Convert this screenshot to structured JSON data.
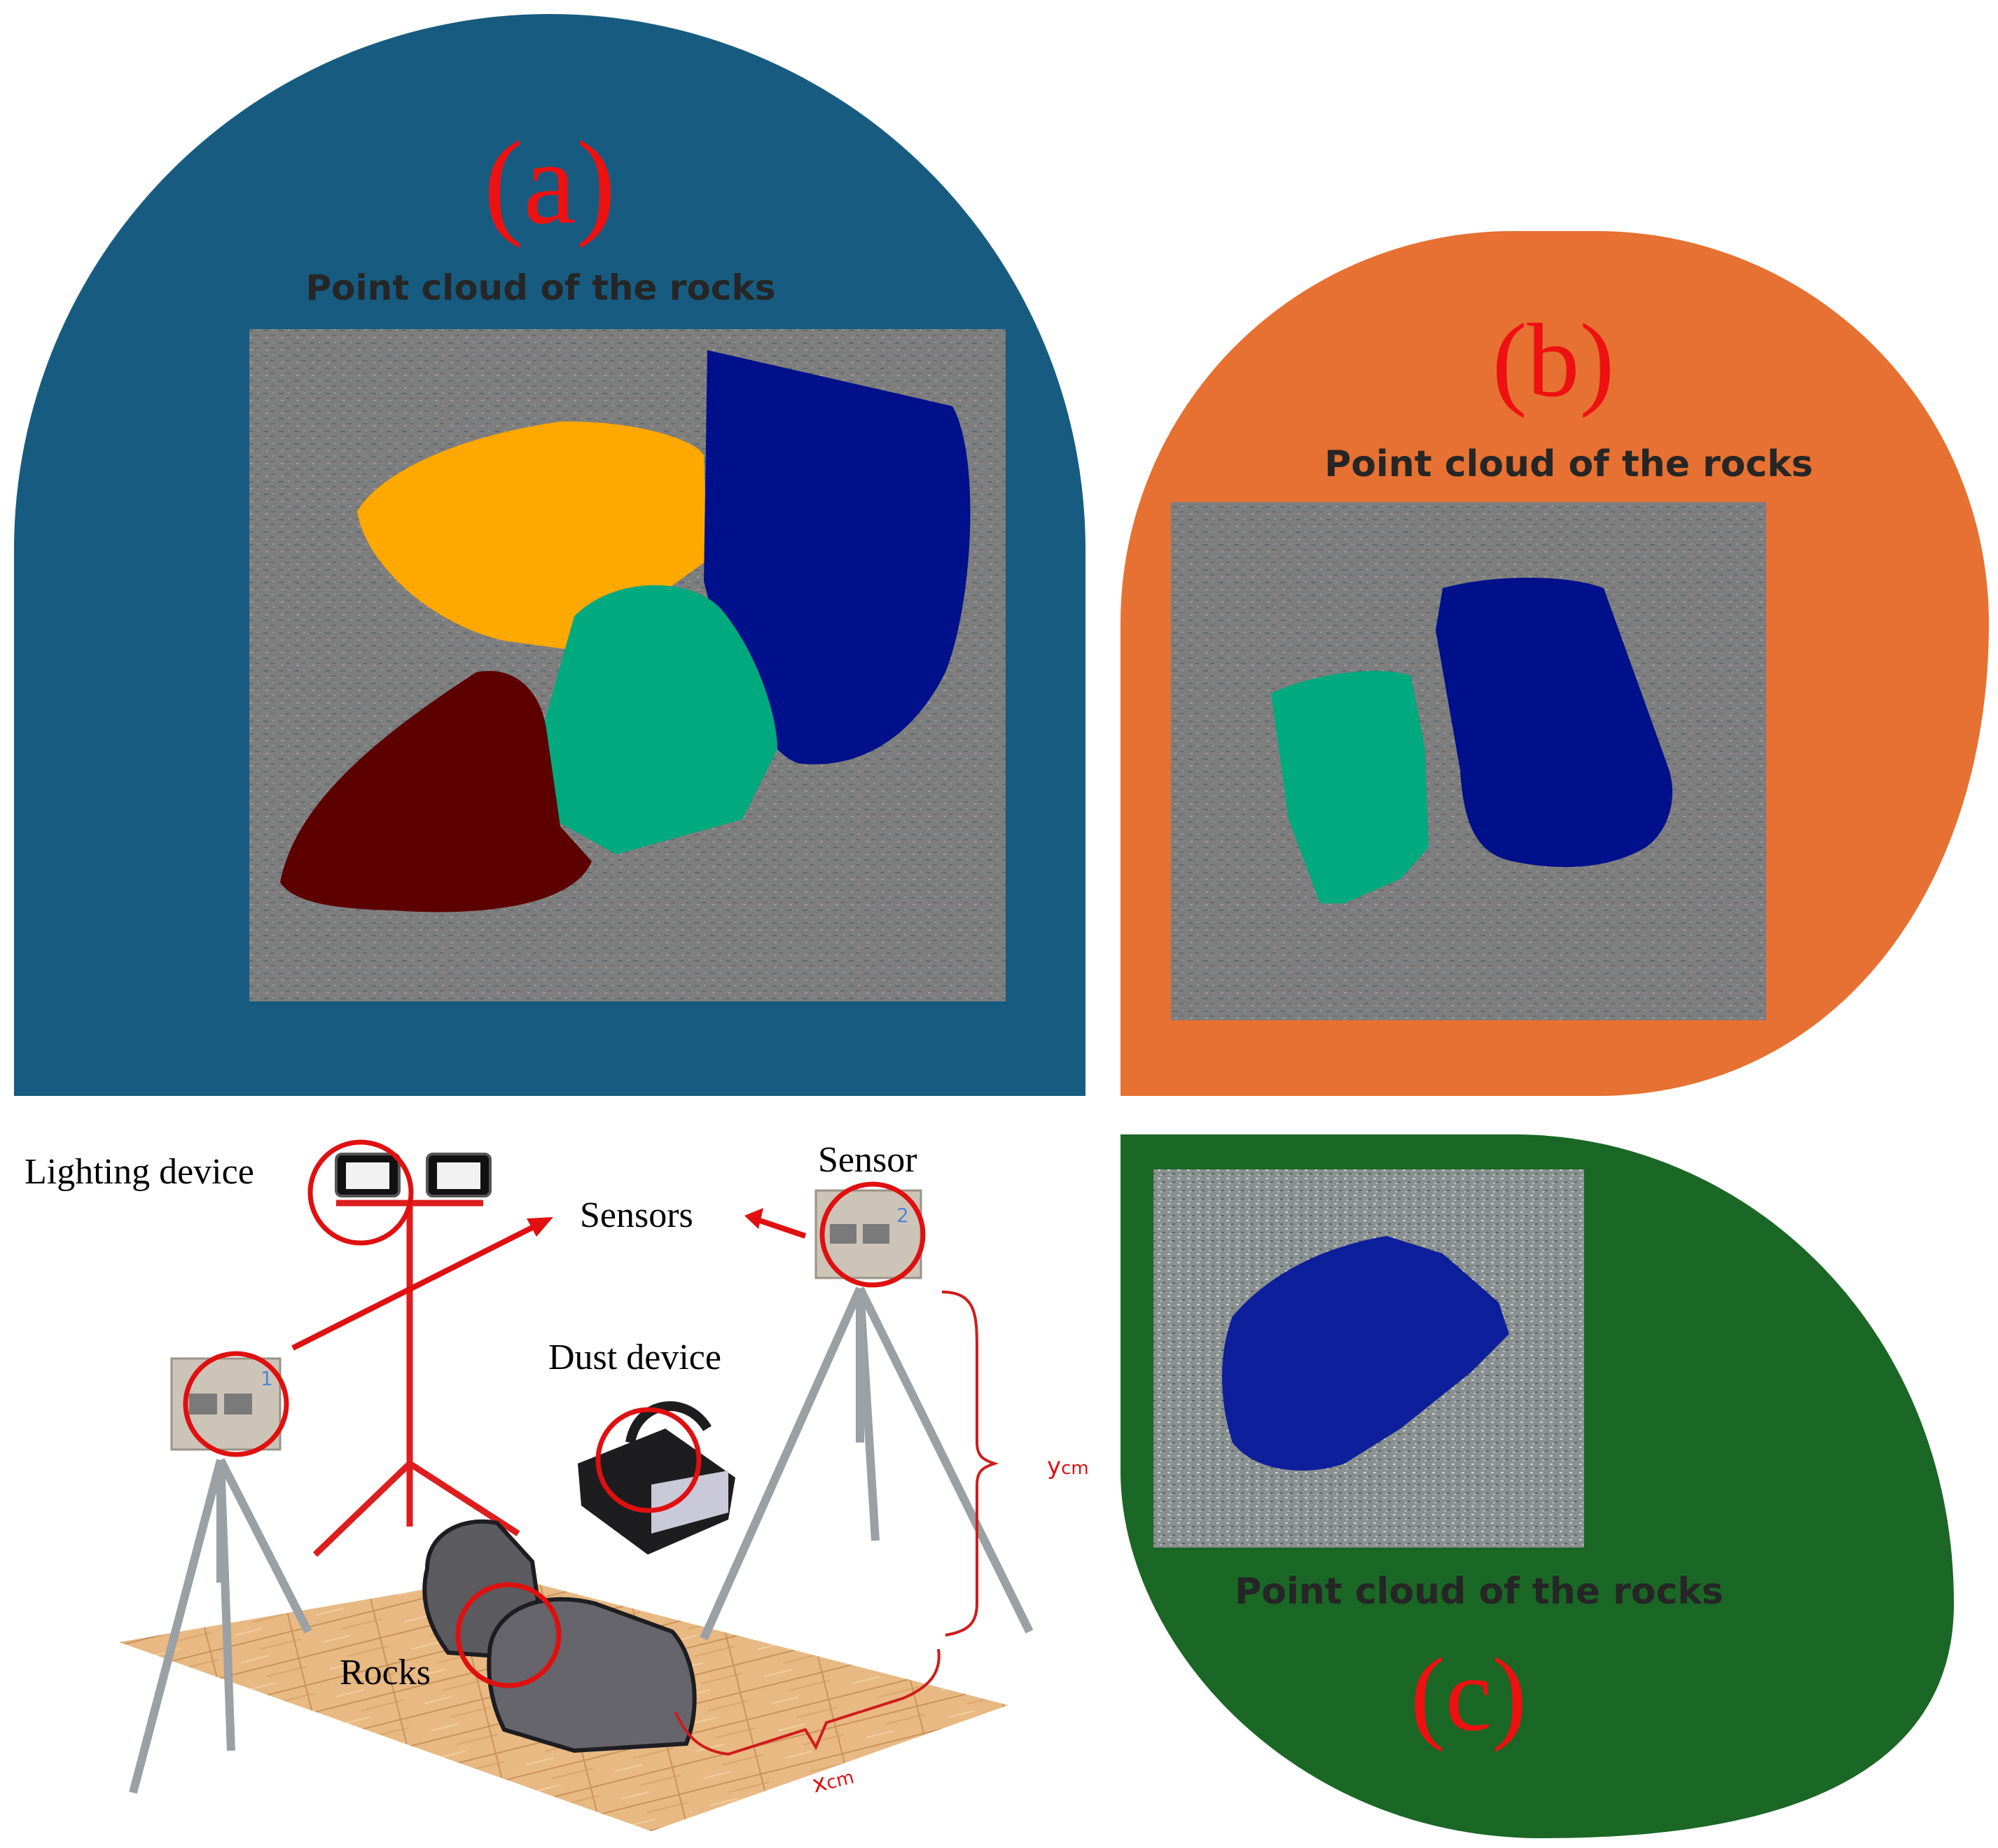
{
  "panels": {
    "a": {
      "label": "(a)",
      "title": "Point cloud of the rocks",
      "color": "#175c80",
      "rock_colors": [
        "#ffa800",
        "#00108a",
        "#00a97e",
        "#5c0000"
      ]
    },
    "b": {
      "label": "(b)",
      "title": "Point cloud of the rocks",
      "color": "#e67132",
      "rock_colors": [
        "#00a97e",
        "#00108a"
      ]
    },
    "c": {
      "label": "(c)",
      "title": "Point cloud of the rocks",
      "color": "#1b6726",
      "rock_colors": [
        "#0d1f9a"
      ]
    }
  },
  "setup": {
    "lighting_label": "Lighting device",
    "sensors_label": "Sensors",
    "sensor_label": "Sensor",
    "dust_label": "Dust device",
    "rocks_label": "Rocks",
    "sensor1_number": "1",
    "sensor2_number": "2",
    "x_dim": "x",
    "x_unit": "cm",
    "y_dim": "y",
    "y_unit": "cm",
    "highlight_color": "#e01010"
  }
}
